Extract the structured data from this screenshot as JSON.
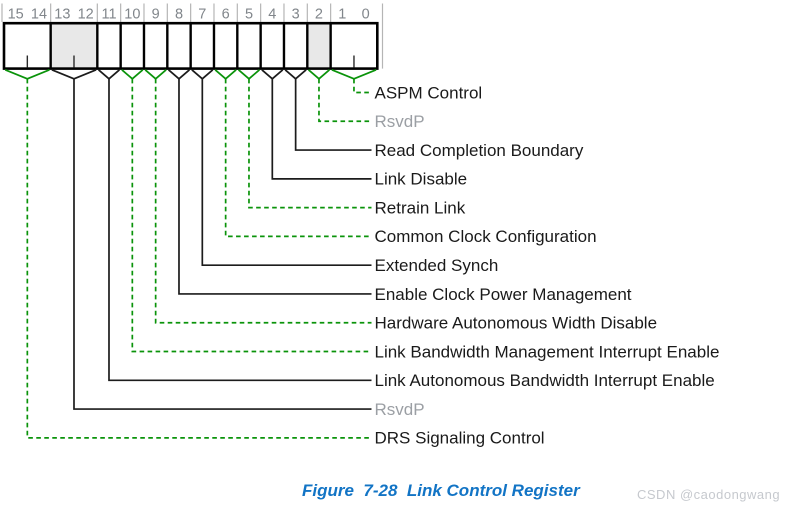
{
  "figure": {
    "caption": "Figure  7-28  Link Control Register",
    "watermark": "CSDN @caodongwang"
  },
  "register": {
    "name": "Link Control Register",
    "bit_numbers": [
      "15",
      "14",
      "13",
      "12",
      "11",
      "10",
      "9",
      "8",
      "7",
      "6",
      "5",
      "4",
      "3",
      "2",
      "1",
      "0"
    ],
    "fields": [
      {
        "bits": [
          15,
          14
        ],
        "label": "DRS Signaling Control",
        "line_style": "green-dashed",
        "shaded": false,
        "label_color": "black"
      },
      {
        "bits": [
          13,
          12
        ],
        "label": "RsvdP",
        "line_style": "black-solid",
        "shaded": true,
        "label_color": "gray"
      },
      {
        "bits": [
          11
        ],
        "label": "Link Autonomous Bandwidth Interrupt Enable",
        "line_style": "black-solid",
        "shaded": false,
        "label_color": "black"
      },
      {
        "bits": [
          10
        ],
        "label": "Link Bandwidth Management Interrupt Enable",
        "line_style": "green-dashed",
        "shaded": false,
        "label_color": "black"
      },
      {
        "bits": [
          9
        ],
        "label": "Hardware Autonomous Width Disable",
        "line_style": "green-dashed",
        "shaded": false,
        "label_color": "black"
      },
      {
        "bits": [
          8
        ],
        "label": "Enable Clock Power Management",
        "line_style": "black-solid",
        "shaded": false,
        "label_color": "black"
      },
      {
        "bits": [
          7
        ],
        "label": "Extended Synch",
        "line_style": "black-solid",
        "shaded": false,
        "label_color": "black"
      },
      {
        "bits": [
          6
        ],
        "label": "Common Clock Configuration",
        "line_style": "green-dashed",
        "shaded": false,
        "label_color": "black"
      },
      {
        "bits": [
          5
        ],
        "label": "Retrain Link",
        "line_style": "green-dashed",
        "shaded": false,
        "label_color": "black"
      },
      {
        "bits": [
          4
        ],
        "label": "Link Disable",
        "line_style": "black-solid",
        "shaded": false,
        "label_color": "black"
      },
      {
        "bits": [
          3
        ],
        "label": "Read Completion Boundary",
        "line_style": "black-solid",
        "shaded": false,
        "label_color": "black"
      },
      {
        "bits": [
          2
        ],
        "label": "RsvdP",
        "line_style": "green-dashed",
        "shaded": true,
        "label_color": "gray"
      },
      {
        "bits": [
          1,
          0
        ],
        "label": "ASPM Control",
        "line_style": "green-dashed",
        "shaded": false,
        "label_color": "black"
      }
    ],
    "colors": {
      "green_line": "#0a930a",
      "black_line": "#1c1c1c",
      "box_border": "#000000",
      "shaded_fill": "#e8e8e8",
      "bit_number_text": "#81868b",
      "gray_label_text": "#9b9fa4",
      "label_text": "#1a1a1a",
      "header_separator": "#b5b5b5",
      "caption_blue": "#1274c5",
      "watermark_gray": "#c6c9ce"
    }
  }
}
